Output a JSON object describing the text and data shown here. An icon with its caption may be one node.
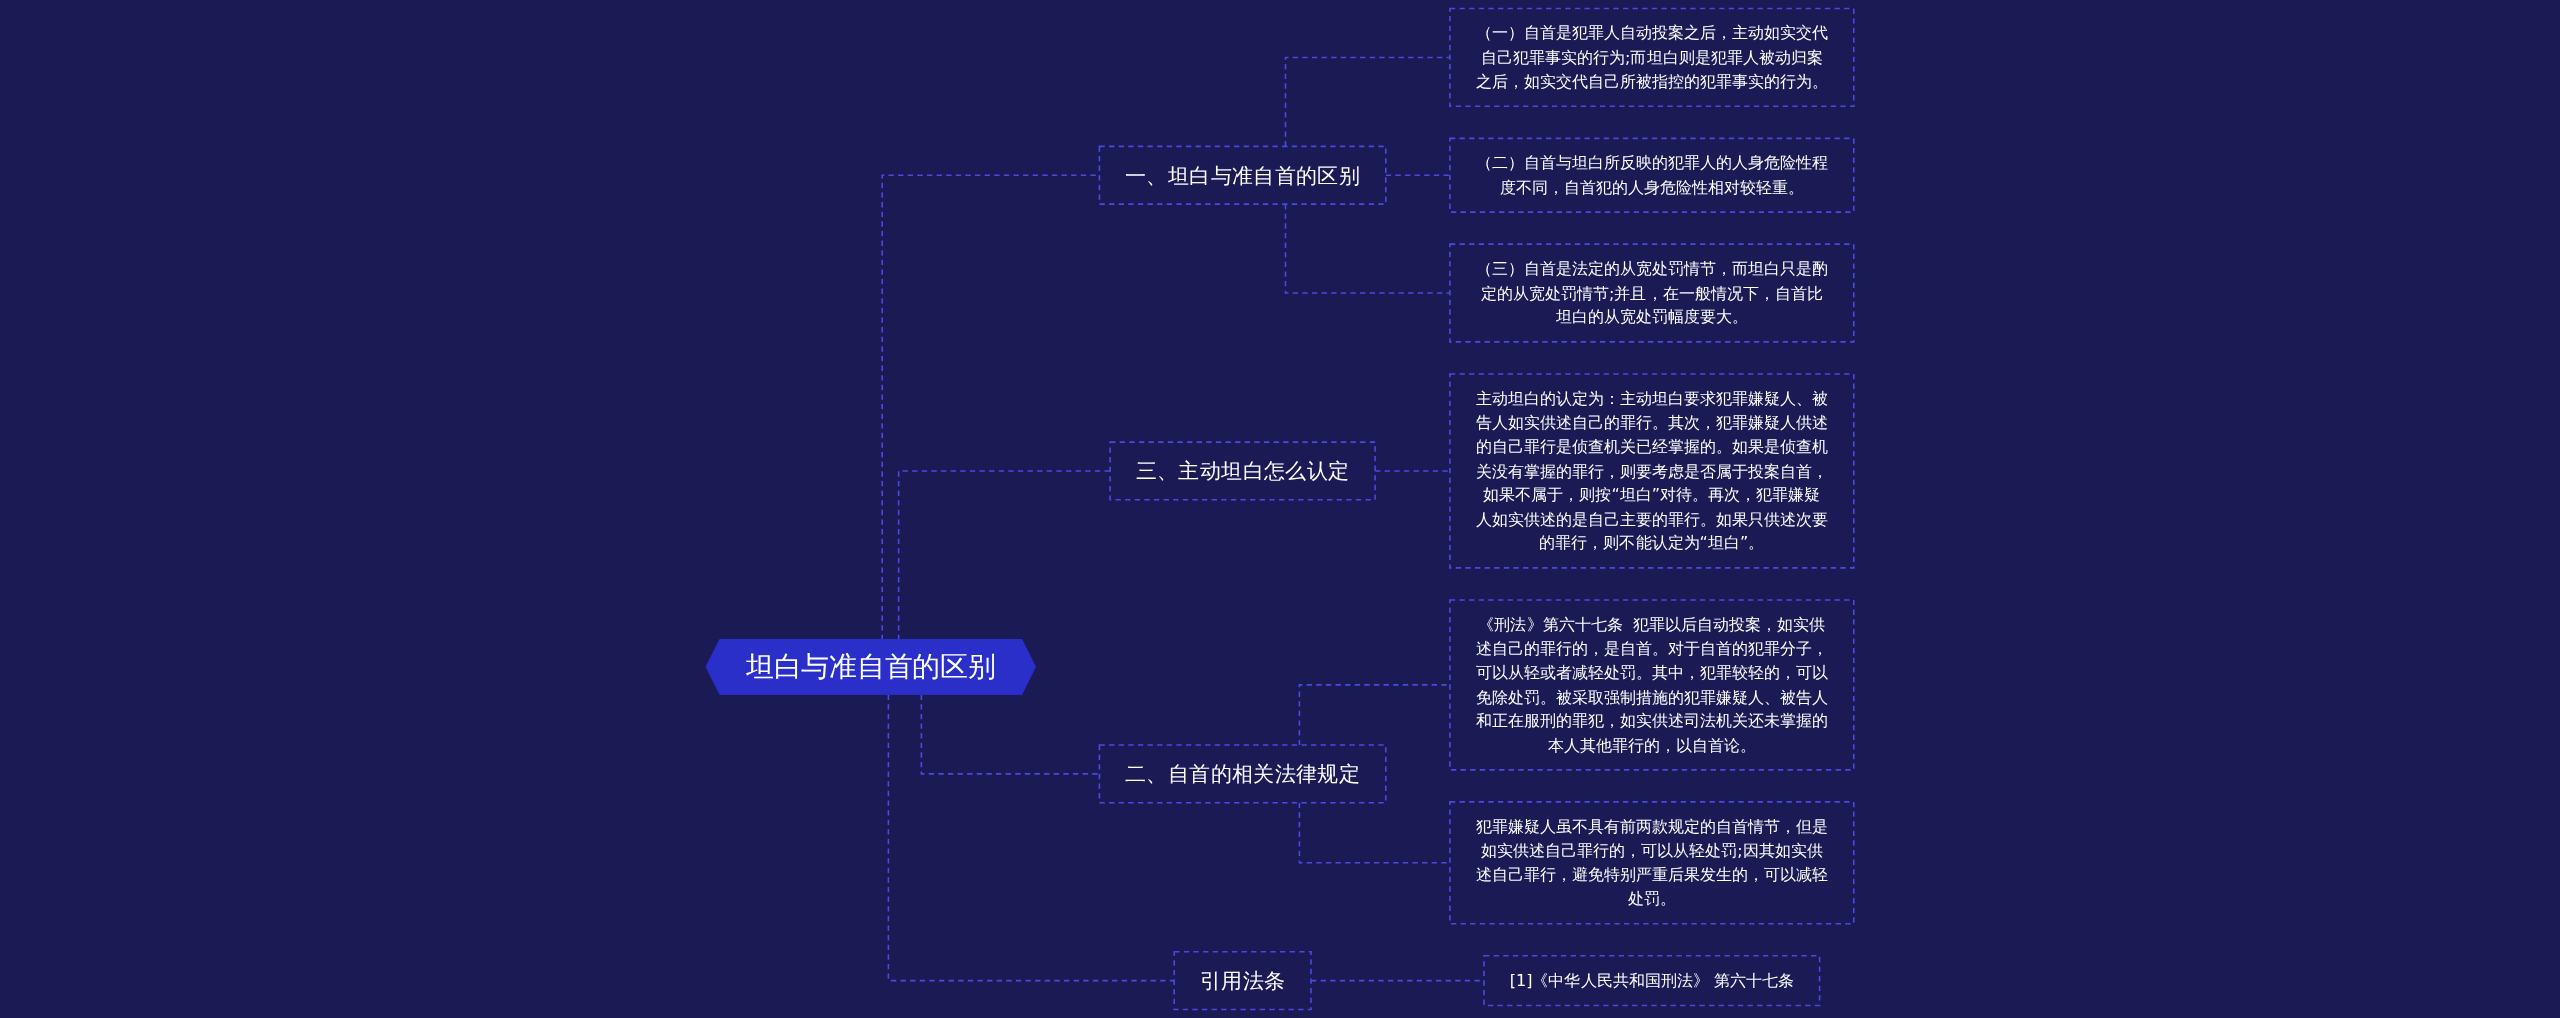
{
  "diagram": {
    "nodes": [
      {
        "text": [
          "坦白与准自首的区别"
        ]
      },
      {
        "text": [
          "一、坦白与准自首的区别"
        ]
      },
      {
        "text": [
          "（一）自首是犯罪人自动投案之后，主动如实交代自己犯罪事实的行为;而坦白则是犯罪人被动归案之后，如实交代自己所被指控的犯罪事实的行为。"
        ]
      },
      {
        "text": [
          "（二）自首与坦白所反映的犯罪人的人身危险性程度不同，自首犯的人身危险性相对较轻重。"
        ]
      },
      {
        "text": [
          "（三）自首是法定的从宽处罚情节，而坦白只是酌定的从宽处罚情节;并且，在一般情况下，自首比坦白的从宽处罚幅度要大。"
        ]
      },
      {
        "text": [
          "三、主动坦白怎么认定"
        ]
      },
      {
        "text": [
          "主动坦白的认定为：主动坦白要求犯罪嫌疑人、被告人如实供述自己的罪行。其次，犯罪嫌疑人供述的自己罪行是侦查机关已经掌握的。如果是侦查机关没有掌握的罪行，则要考虑是否属于投案自首，如果不属于，则按“坦白”对待。再次，犯罪嫌疑人如实供述的是自己主要的罪行。如果只供述次要的罪行，则不能认定为“坦白”。"
        ]
      },
      {
        "text": [
          "二、自首的相关法律规定"
        ]
      },
      {
        "text": [
          "《刑法》第六十七条  犯罪以后自动投案，如实供述自己的罪行的，是自首。对于自首的犯罪分子，可以从轻或者减轻处罚。其中，犯罪较轻的，可以免除处罚。被采取强制措施的犯罪嫌疑人、被告人和正在服刑的罪犯，如实供述司法机关还未掌握的本人其他罪行的，以自首论。"
        ]
      },
      {
        "text": [
          "犯罪嫌疑人虽不具有前两款规定的自首情节，但是如实供述自己罪行的，可以从轻处罚;因其如实供述自己罪行，避免特别严重后果发生的，可以减轻处罚。"
        ]
      },
      {
        "text": [
          "引用法条"
        ]
      },
      {
        "text": [
          "[1]《中华人民共和国刑法》 第六十七条"
        ]
      }
    ],
    "edges": [
      {
        "from": 0,
        "to": 1,
        "arrow": "none",
        "style": "dashed"
      },
      {
        "from": 1,
        "to": 2,
        "arrow": "none",
        "style": "dashed"
      },
      {
        "from": 1,
        "to": 3,
        "arrow": "none",
        "style": "dashed"
      },
      {
        "from": 1,
        "to": 4,
        "arrow": "none",
        "style": "dashed"
      },
      {
        "from": 0,
        "to": 5,
        "arrow": "none",
        "style": "dashed"
      },
      {
        "from": 5,
        "to": 6,
        "arrow": "none",
        "style": "dashed"
      },
      {
        "from": 0,
        "to": 7,
        "arrow": "none",
        "style": "dashed"
      },
      {
        "from": 7,
        "to": 8,
        "arrow": "none",
        "style": "dashed"
      },
      {
        "from": 7,
        "to": 9,
        "arrow": "none",
        "style": "dashed"
      },
      {
        "from": 0,
        "to": 10,
        "arrow": "none",
        "style": "dashed"
      },
      {
        "from": 10,
        "to": 11,
        "arrow": "none",
        "style": "dashed"
      }
    ]
  }
}
